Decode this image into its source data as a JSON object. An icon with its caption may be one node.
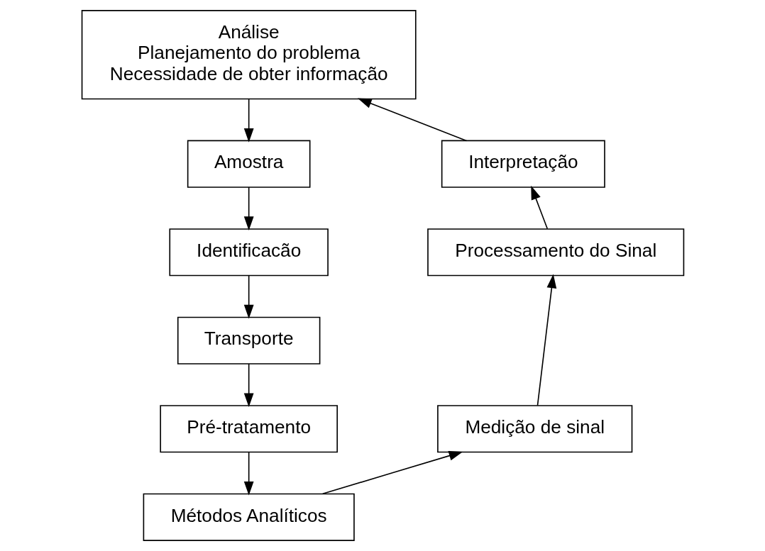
{
  "diagram": {
    "nodes": [
      {
        "text": [
          "Análise",
          "Planejamento do problema",
          "Necessidade de obter informação"
        ]
      },
      {
        "text": [
          "Amostra"
        ]
      },
      {
        "text": [
          "Identificacão"
        ]
      },
      {
        "text": [
          "Transporte"
        ]
      },
      {
        "text": [
          "Pré-tratamento"
        ]
      },
      {
        "text": [
          "Métodos Analíticos"
        ]
      },
      {
        "text": [
          "Medição de sinal"
        ]
      },
      {
        "text": [
          "Processamento do Sinal"
        ]
      },
      {
        "text": [
          "Interpretação"
        ]
      }
    ],
    "edges": [
      {
        "from": 0,
        "to": 1,
        "arrow": "to"
      },
      {
        "from": 1,
        "to": 2,
        "arrow": "to"
      },
      {
        "from": 2,
        "to": 3,
        "arrow": "to"
      },
      {
        "from": 3,
        "to": 4,
        "arrow": "to"
      },
      {
        "from": 4,
        "to": 5,
        "arrow": "to"
      },
      {
        "from": 5,
        "to": 6,
        "arrow": "to"
      },
      {
        "from": 6,
        "to": 7,
        "arrow": "to"
      },
      {
        "from": 7,
        "to": 8,
        "arrow": "to"
      },
      {
        "from": 8,
        "to": 0,
        "arrow": "to"
      }
    ]
  }
}
